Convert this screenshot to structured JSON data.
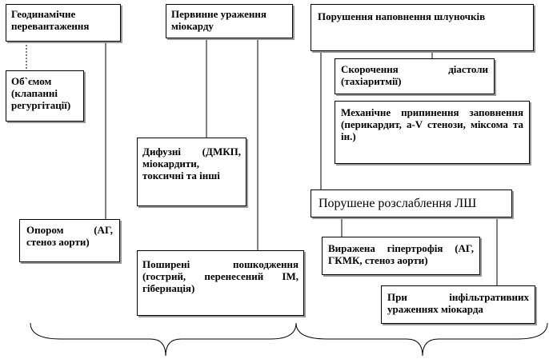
{
  "diagram": {
    "nodes": {
      "hemodynamic_overload": "Геодинамічне перевантаження",
      "volume": "Об`ємом (клапанні регургітації)",
      "pressure": "Опором (АГ, стеноз аорти)",
      "primary_damage": "Первинне ураження міокарду",
      "diffuse": "Дифузні (ДМКП, міокардити, токсичні та інші",
      "extensive_damage": "Поширені пошкодження (гострий, перенесений ІМ, гібернація)",
      "filling_disorder": "Порушення наповнення шлуночків",
      "short_diastole": "Скорочення діастоли (тахіаритмії)",
      "mechanical_stop": "Механічне припинення заповнення (перикардит, a-V стенози, міксома та ін.)",
      "lv_relaxation": "Порушене розслаблення ЛШ",
      "hypertrophy": "Виражена гіпертрофія (АГ, ГКМК, стеноз аорти)",
      "infiltrative": "При інфільтративних ураженнях міокарда"
    }
  }
}
